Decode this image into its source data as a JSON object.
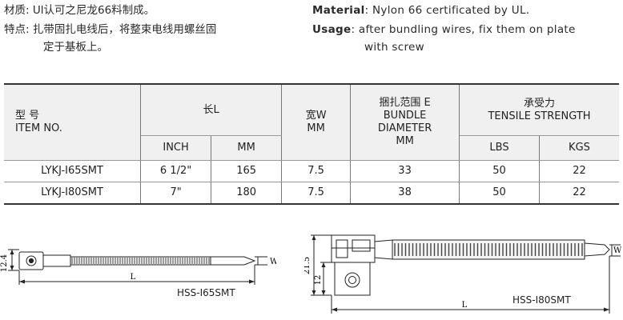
{
  "spec_cn": {
    "material_label": "材质:",
    "material_text": "Ul认可之尼龙66料制成。",
    "usage_label": "特点:",
    "usage_line1": "扎带固扎电线后，将整束电线用螺丝固",
    "usage_line2": "定于基板上。"
  },
  "spec_en": {
    "material_label": "Material",
    "material_text": ": Nylon 66 certificated by UL.",
    "usage_label": "Usage",
    "usage_line1": ": after bundling wires, fix them on plate",
    "usage_line2": "with screw"
  },
  "table": {
    "col_item_cn": "型 号",
    "col_item_en": "ITEM NO.",
    "col_length": "长L",
    "col_inch": "INCH",
    "col_mm": "MM",
    "col_width_cn": "宽W",
    "col_width_unit": "MM",
    "col_bundle_cn": "捆扎范围 E",
    "col_bundle_en1": "BUNDLE",
    "col_bundle_en2": "DIAMETER",
    "col_bundle_unit": "MM",
    "col_tensile_cn": "承受力",
    "col_tensile_en": "TENSILE STRENGTH",
    "col_lbs": "LBS",
    "col_kgs": "KGS",
    "rows": [
      {
        "item": "LYKJ-I65SMT",
        "inch": "6 1/2\"",
        "mm": "165",
        "width": "7.5",
        "bundle": "33",
        "lbs": "50",
        "kgs": "22"
      },
      {
        "item": "LYKJ-I80SMT",
        "inch": "7\"",
        "mm": "180",
        "width": "7.5",
        "bundle": "38",
        "lbs": "50",
        "kgs": "22"
      }
    ]
  },
  "drawings": {
    "left": {
      "height_dim": "12.4",
      "length_dim": "L",
      "width_dim": "W",
      "model": "HSS-I65SMT"
    },
    "right": {
      "height_dim": "21.5",
      "mount_dim": "12",
      "length_dim": "L",
      "width_dim": "W",
      "model": "HSS-I80SMT"
    }
  }
}
